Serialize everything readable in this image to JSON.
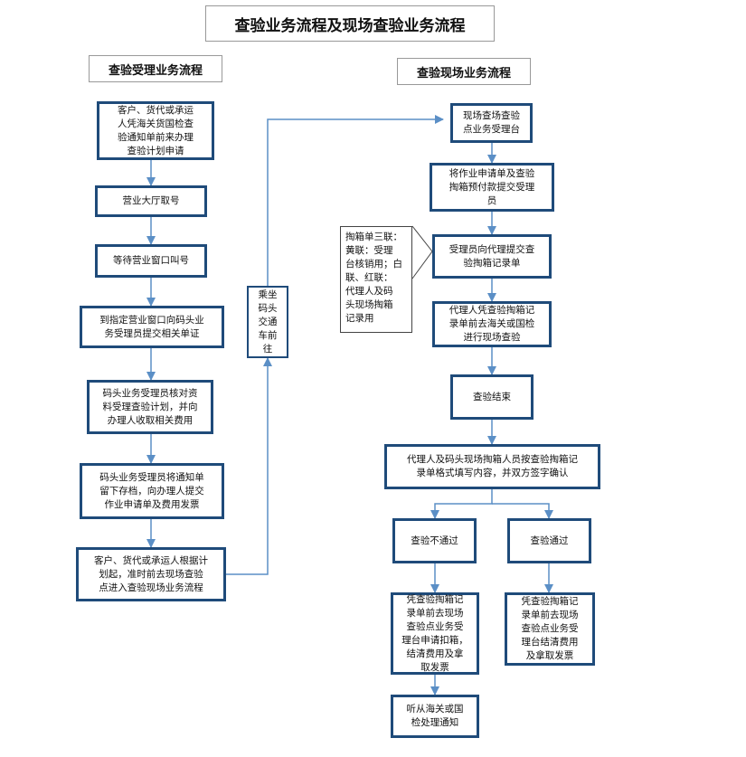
{
  "title": "查验业务流程及现场查验业务流程",
  "left_heading": "查验受理业务流程",
  "right_heading": "查验现场业务流程",
  "colors": {
    "box_border": "#1f4b7a",
    "arrow": "#5b8fc6"
  },
  "left_steps": [
    "客户、货代或承运\n人凭海关货国检查\n验通知单前来办理\n查验计划申请",
    "营业大厅取号",
    "等待营业窗口叫号",
    "到指定营业窗口向码头业\n务受理员提交相关单证",
    "码头业务受理员核对资\n料受理查验计划，并向\n办理人收取相关费用",
    "码头业务受理员将通知单\n留下存档，向办理人提交\n作业申请单及费用发票",
    "客户、货代或承运人根据计\n划起，准时前去现场查验\n点进入查验现场业务流程"
  ],
  "transport_box": "乘坐\n码头\n交通\n车前\n往",
  "right_steps": [
    "现场查场查验\n点业务受理台",
    "将作业申请单及查验\n掏箱预付款提交受理\n员",
    "受理员向代理提交查\n验掏箱记录单",
    "代理人凭查验掏箱记\n录单前去海关或国检\n进行现场查验",
    "查验结束",
    "代理人及码头现场掏箱人员按查验掏箱记\n录单格式填写内容，并双方签字确认"
  ],
  "note": "掏箱单三联：\n黄联：受理\n台核销用；白\n联、红联：\n代理人及码\n头现场掏箱\n记录用",
  "fail_branch": {
    "label": "查验不通过",
    "action": "凭查验掏箱记\n录单前去现场\n查验点业务受\n理台申请扣箱，\n结清费用及拿\n取发票",
    "final": "听从海关或国\n检处理通知"
  },
  "pass_branch": {
    "label": "查验通过",
    "action": "凭查验掏箱记\n录单前去现场\n查验点业务受\n理台结清费用\n及拿取发票"
  }
}
